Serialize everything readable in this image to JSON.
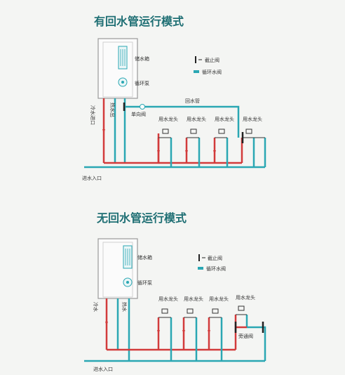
{
  "top": {
    "title": "有回水管运行模式",
    "heater_labels": [
      "储水箱",
      "循环泵"
    ],
    "legend": [
      "截止阀",
      "循环水阀"
    ],
    "cold_inlet": "冷水进口",
    "hot_outlet": "热水出",
    "valve_label": "单向阀",
    "return_label": "回水管",
    "fixtures": [
      "用水龙头",
      "用水龙头",
      "用水龙头",
      "用水龙头"
    ],
    "inlet_label": "进水入口"
  },
  "bottom": {
    "title": "无回水管运行模式",
    "heater_labels": [
      "储水箱",
      "循环泵"
    ],
    "legend": [
      "截止阀",
      "循环水阀"
    ],
    "cold_inlet": "冷水",
    "hot_outlet": "热水",
    "fixtures": [
      "用水龙头",
      "用水龙头",
      "用水龙头",
      "用水龙头"
    ],
    "bypass_label": "旁通阀",
    "inlet_label": "进水入口"
  },
  "colors": {
    "hot": "#d23b3b",
    "cold": "#2aa7b3",
    "title": "#1f6f74"
  }
}
